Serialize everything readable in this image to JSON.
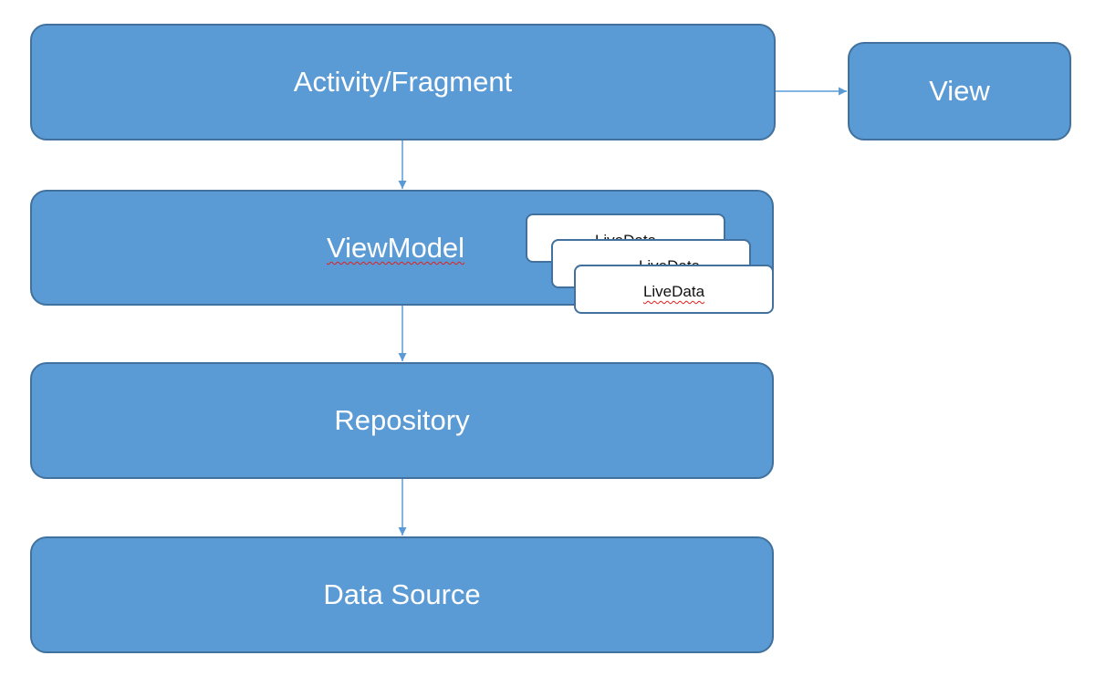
{
  "diagram": {
    "nodes": {
      "activity_fragment": "Activity/Fragment",
      "view": "View",
      "view_model": "ViewModel",
      "repository": "Repository",
      "data_source": "Data Source"
    },
    "live_data_stack": [
      "LiveData",
      "LiveData",
      "LiveData"
    ],
    "edges": [
      {
        "from": "activity_fragment",
        "to": "view"
      },
      {
        "from": "activity_fragment",
        "to": "view_model"
      },
      {
        "from": "view_model",
        "to": "repository"
      },
      {
        "from": "repository",
        "to": "data_source"
      }
    ],
    "colors": {
      "box_fill": "#5b9bd5",
      "box_border": "#41719c",
      "box_text": "#ffffff",
      "livedata_fill": "#ffffff",
      "livedata_text": "#111111",
      "spellcheck_underline": "#e02020"
    }
  }
}
